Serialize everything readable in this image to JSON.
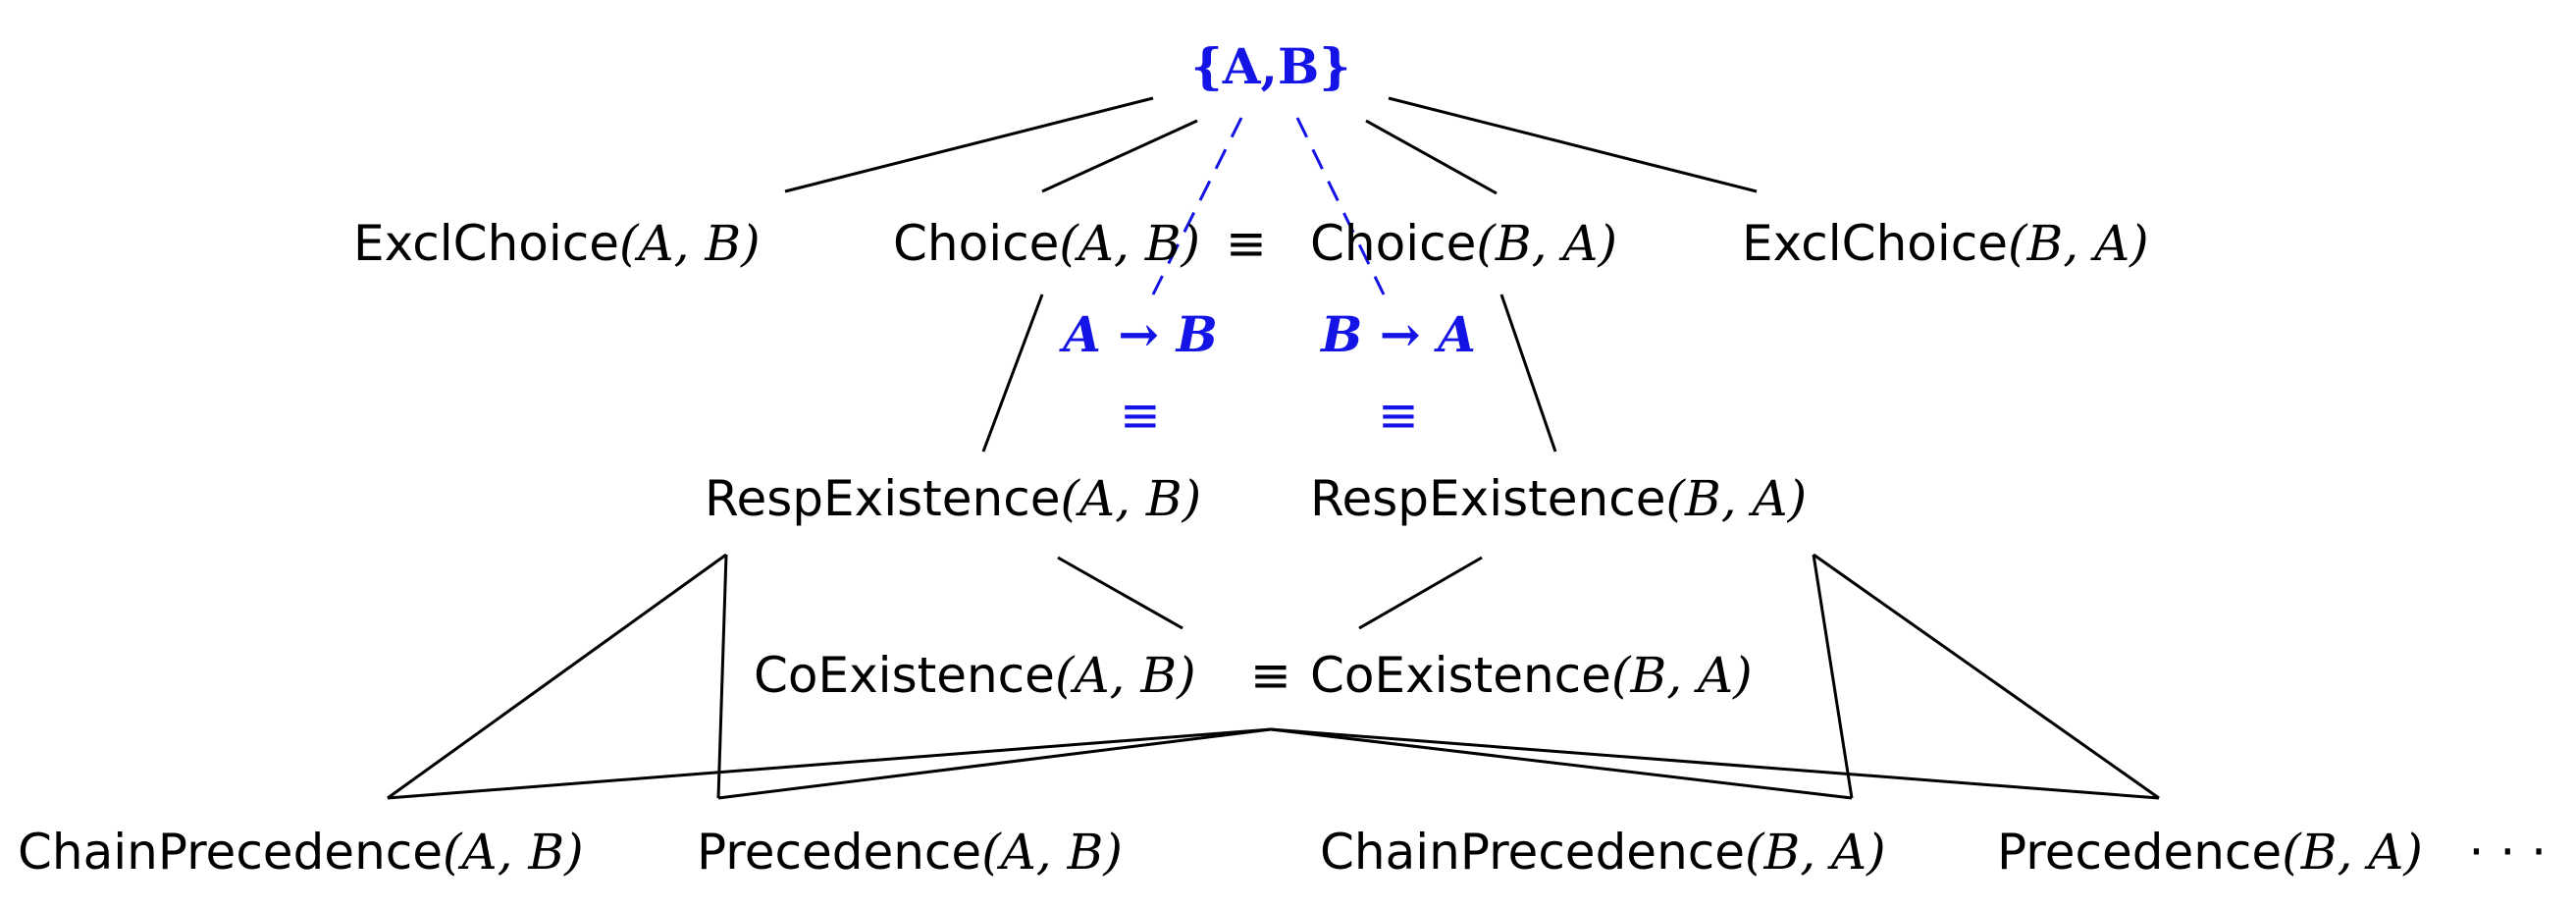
{
  "colors": {
    "line": "#000000",
    "highlight": "#1414e6"
  },
  "root": {
    "label": "{A,B}"
  },
  "level1": {
    "excl_choice_ab": {
      "name": "ExclChoice",
      "args": "(A, B)"
    },
    "choice_ab": {
      "name": "Choice",
      "args": "(A, B)"
    },
    "equiv": "≡",
    "choice_ba": {
      "name": "Choice",
      "args": "(B, A)"
    },
    "excl_choice_ba": {
      "name": "ExclChoice",
      "args": "(B, A)"
    }
  },
  "implications": {
    "a_to_b": "A → B",
    "b_to_a": "B → A",
    "equiv_left": "≡",
    "equiv_right": "≡"
  },
  "level2": {
    "resp_existence_ab": {
      "name": "RespExistence",
      "args": "(A, B)"
    },
    "resp_existence_ba": {
      "name": "RespExistence",
      "args": "(B, A)"
    }
  },
  "level3": {
    "coexistence_ab": {
      "name": "CoExistence",
      "args": "(A, B)"
    },
    "equiv": "≡",
    "coexistence_ba": {
      "name": "CoExistence",
      "args": "(B, A)"
    }
  },
  "level4": {
    "chain_precedence_ab": {
      "name": "ChainPrecedence",
      "args": "(A, B)"
    },
    "precedence_ab": {
      "name": "Precedence",
      "args": "(A, B)"
    },
    "chain_precedence_ba": {
      "name": "ChainPrecedence",
      "args": "(B, A)"
    },
    "precedence_ba": {
      "name": "Precedence",
      "args": "(B, A)"
    },
    "ellipsis": "· · ·"
  }
}
